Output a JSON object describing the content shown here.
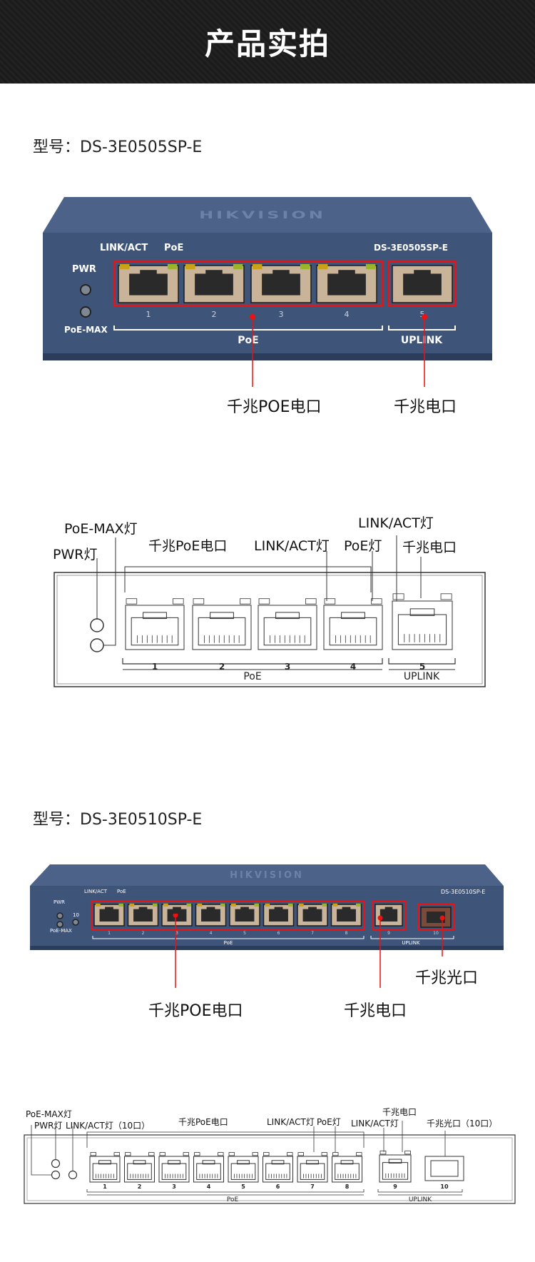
{
  "header": {
    "title": "产品实拍"
  },
  "section1": {
    "model_label": "型号：DS-3E0505SP-E",
    "photo": {
      "brand_watermark": "HIKVISION",
      "model_text": "DS-3E0505SP-E",
      "led_labels": [
        "PWR",
        "PoE-MAX"
      ],
      "port_header_labels": [
        "LINK/ACT",
        "PoE"
      ],
      "port_numbers": [
        "1",
        "2",
        "3",
        "4",
        "5"
      ],
      "group_labels": [
        "PoE",
        "UPLINK"
      ]
    },
    "callouts": [
      "千兆POE电口",
      "千兆电口"
    ]
  },
  "diagram1": {
    "labels": [
      "PoE-MAX灯",
      "PWR灯",
      "千兆PoE电口",
      "LINK/ACT灯",
      "PoE灯",
      "LINK/ACT灯",
      "千兆电口"
    ],
    "port_numbers": [
      "1",
      "2",
      "3",
      "4",
      "5"
    ],
    "group_labels": [
      "PoE",
      "UPLINK"
    ]
  },
  "section2": {
    "model_label": "型号：DS-3E0510SP-E",
    "photo": {
      "brand_watermark": "HIKVISION",
      "model_text": "DS-3E0510SP-E",
      "led_labels": [
        "PWR",
        "10",
        "PoE-MAX"
      ],
      "port_header_labels": [
        "LINK/ACT",
        "PoE"
      ],
      "port_numbers": [
        "1",
        "2",
        "3",
        "4",
        "5",
        "6",
        "7",
        "8",
        "9",
        "10"
      ],
      "group_labels": [
        "PoE",
        "UPLINK"
      ]
    },
    "callouts": [
      "千兆光口",
      "千兆POE电口",
      "千兆电口"
    ]
  },
  "diagram2": {
    "labels": [
      "PoE-MAX灯",
      "PWR灯",
      "LINK/ACT灯（10口）",
      "千兆PoE电口",
      "LINK/ACT灯",
      "PoE灯",
      "千兆电口",
      "LINK/ACT灯",
      "千兆光口（10口）"
    ],
    "port_numbers": [
      "1",
      "2",
      "3",
      "4",
      "5",
      "6",
      "7",
      "8",
      "9",
      "10"
    ],
    "group_labels": [
      "PoE",
      "UPLINK"
    ]
  }
}
